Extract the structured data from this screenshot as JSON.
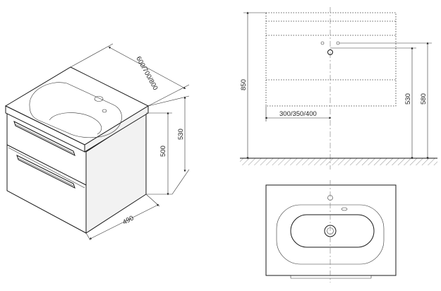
{
  "isometric": {
    "width_label": "600/700/800",
    "depth_label": "490",
    "height_label": "530",
    "cabinet_height_label": "500"
  },
  "elevation": {
    "total_height_label": "850",
    "drain_width_label": "300/350/400",
    "drain_height_label": "530",
    "waste_height_label": "580"
  }
}
